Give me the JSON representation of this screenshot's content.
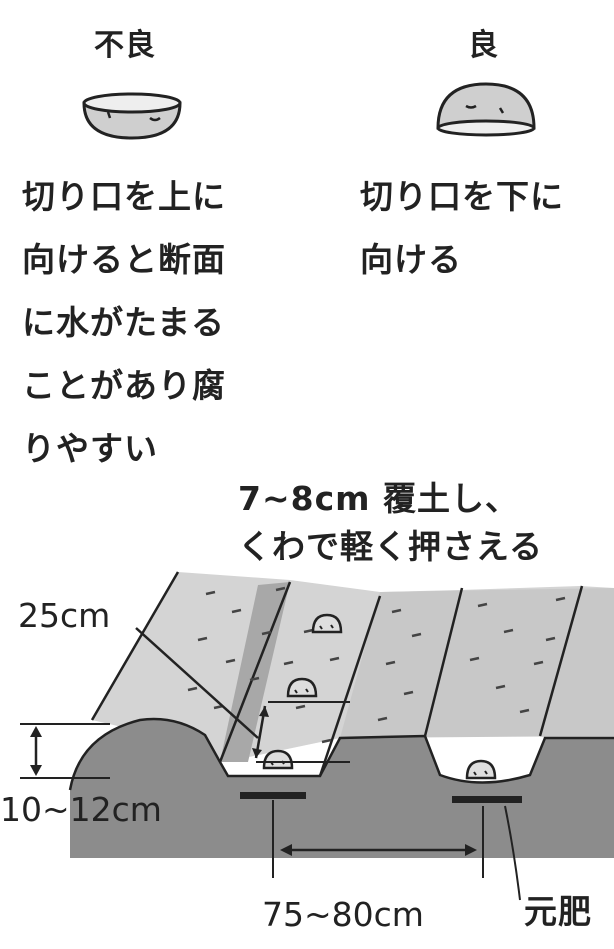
{
  "top": {
    "bad": {
      "title": "不良",
      "lines": [
        "切り口を上に",
        "向けると断面",
        "に水がたまる",
        "ことがあり腐",
        "りやすい"
      ]
    },
    "good": {
      "title": "良",
      "lines": [
        "切り口を下に",
        "向ける"
      ]
    }
  },
  "field": {
    "cover_note": [
      "7~8cm 覆土し、",
      "くわで軽く押さえる"
    ],
    "spacing_label": "25cm",
    "depth_label": "10~12cm",
    "row_width_label": "75~80cm",
    "fertilizer_label": "元肥"
  },
  "colors": {
    "line": "#222222",
    "soil_dark": "#8a8a8a",
    "soil_light": "#d2d2d2",
    "soil_mid": "#c2c2c2",
    "potato": "#bdbdbd"
  }
}
